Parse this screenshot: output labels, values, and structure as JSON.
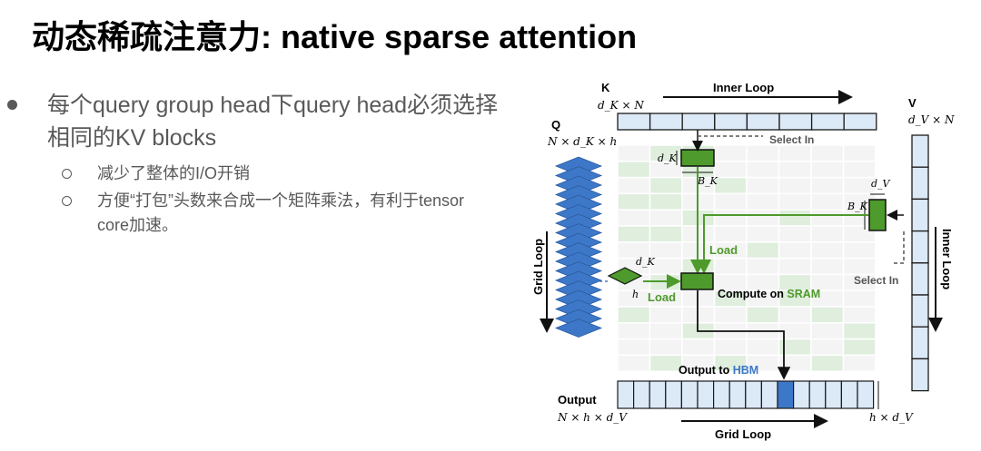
{
  "title": "动态稀疏注意力: native sparse attention",
  "bullets": {
    "main": "每个query group head下query head必须选择相同的KV blocks",
    "sub1": "减少了整体的I/O开销",
    "sub2": "方便“打包”头数来合成一个矩阵乘法，有利于tensor core加速。"
  },
  "diagram": {
    "k_label": "K",
    "k_dims": "d_K × N",
    "inner_loop_top": "Inner Loop",
    "q_label": "Q",
    "q_dims": "N × d_K × h",
    "select_in_top": "Select In",
    "v_label": "V",
    "v_dims": "d_V × N",
    "inner_loop_right": "Inner Loop",
    "dk_k": "d_K",
    "bk_k": "B_K",
    "dv_v": "d_V",
    "bk_v": "B_K",
    "load_v": "Load",
    "grid_loop_left": "Grid Loop",
    "dk_q": "d_K",
    "h_q": "h",
    "load_q": "Load",
    "compute_on": "Compute on",
    "sram": "SRAM",
    "select_in_right": "Select In",
    "output_to": "Output to",
    "hbm": "HBM",
    "output_label": "Output",
    "output_dims": "N × h × d_V",
    "output_height": "h × d_V",
    "grid_loop_bottom": "Grid Loop",
    "colors": {
      "green": "#4e9a2c",
      "green_dark": "#2f6a18",
      "cell_light": "#dfeedd",
      "block_fill": "#dce9f7",
      "block_stroke": "#1a1a1a",
      "q_blue": "#3d78c8",
      "hbm_blue": "#3d78c8"
    }
  }
}
